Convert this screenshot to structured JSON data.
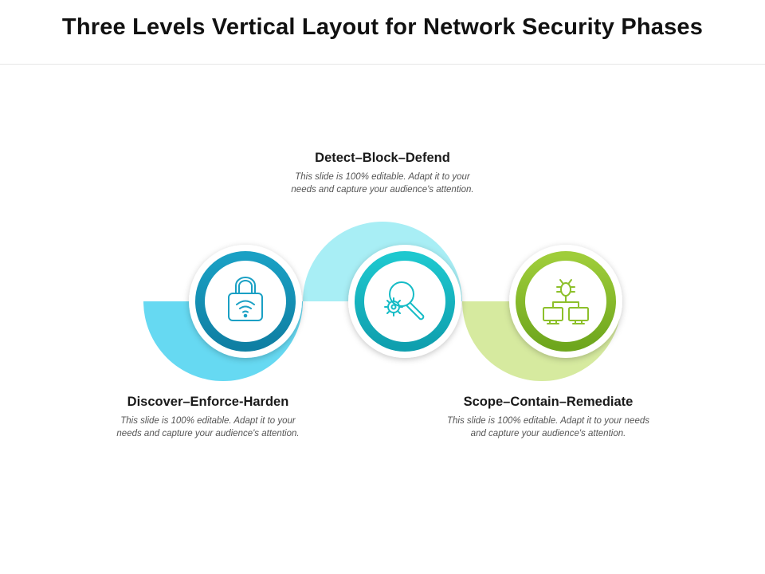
{
  "title": "Three Levels Vertical Layout for Network Security Phases",
  "phases": [
    {
      "heading": "Discover–Enforce-Harden",
      "description": "This slide is 100% editable. Adapt it to your needs and capture your audience's attention.",
      "icon": "wifi-lock-icon",
      "color": "#1aa0c4",
      "arc_color": "#66d9f2"
    },
    {
      "heading": "Detect–Block–Defend",
      "description": "This slide is 100% editable. Adapt it to your needs and capture your audience's attention.",
      "icon": "search-gear-icon",
      "color": "#16bcc6",
      "arc_color": "#a8eef5"
    },
    {
      "heading": "Scope–Contain–Remediate",
      "description": "This slide is 100% editable. Adapt it to your needs and capture your audience's attention.",
      "icon": "bug-network-icon",
      "color": "#8dc02b",
      "arc_color": "#d6ea9f"
    }
  ]
}
